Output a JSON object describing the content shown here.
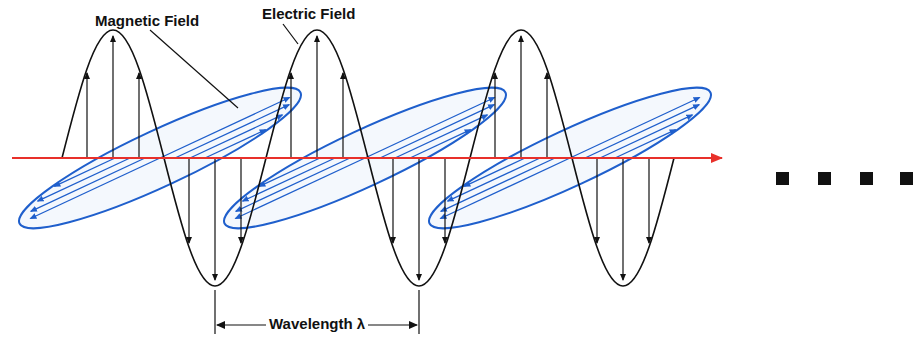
{
  "diagram": {
    "labels": [
      "Magnetic Field",
      "Electric Field",
      "Wavelength λ"
    ]
  }
}
